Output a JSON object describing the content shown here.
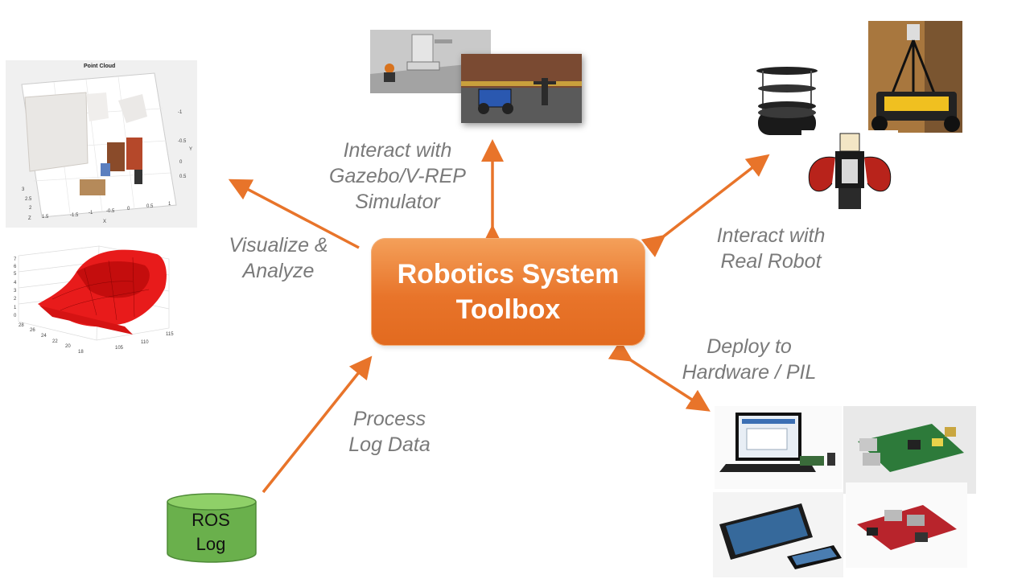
{
  "center": {
    "line1": "Robotics System",
    "line2": "Toolbox"
  },
  "captions": {
    "simulator": [
      "Interact with",
      "Gazebo/V-REP",
      "Simulator"
    ],
    "real_robot": [
      "Interact with",
      "Real Robot"
    ],
    "visualize": [
      "Visualize &",
      "Analyze"
    ],
    "deploy": [
      "Deploy to",
      "Hardware / PIL"
    ],
    "log": [
      "Process",
      "Log Data"
    ]
  },
  "ros_log": {
    "line1": "ROS",
    "line2": "Log"
  },
  "point_cloud": {
    "title": "Point Cloud",
    "x_label": "X",
    "y_label": "Y",
    "z_label": "Z",
    "x_ticks": [
      "-1.5",
      "-1",
      "-0.5",
      "0",
      "0.5",
      "1"
    ],
    "z_ticks": [
      "3",
      "2.5",
      "2",
      "1.5"
    ],
    "y_ticks": [
      "-1",
      "-0.5",
      "0",
      "0.5"
    ]
  },
  "surface_plot": {
    "z_ticks": [
      "7",
      "6",
      "5",
      "4",
      "3",
      "2",
      "1",
      "0"
    ],
    "y_ticks": [
      "28",
      "26",
      "24",
      "22",
      "20",
      "18"
    ],
    "x_ticks": [
      "105",
      "110",
      "115"
    ]
  },
  "colors": {
    "accent": "#e8742a",
    "caption": "#7a7a7a",
    "log_green": "#6ab04c",
    "surface": "#e81b1b"
  }
}
